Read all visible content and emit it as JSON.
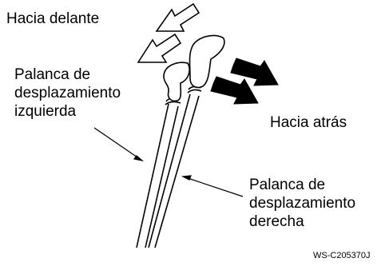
{
  "labels": {
    "forward": "Hacia delante",
    "backward": "Hacia atrás",
    "left_lever": "Palanca de\ndesplazamiento\nizquierda",
    "right_lever": "Palanca de\ndesplazamiento\nderecha",
    "figure_code": "WS-C205370J"
  },
  "colors": {
    "line": "#000000",
    "background": "#ffffff",
    "arrow_forward_fill": "#ffffff",
    "arrow_backward_fill": "#000000"
  }
}
